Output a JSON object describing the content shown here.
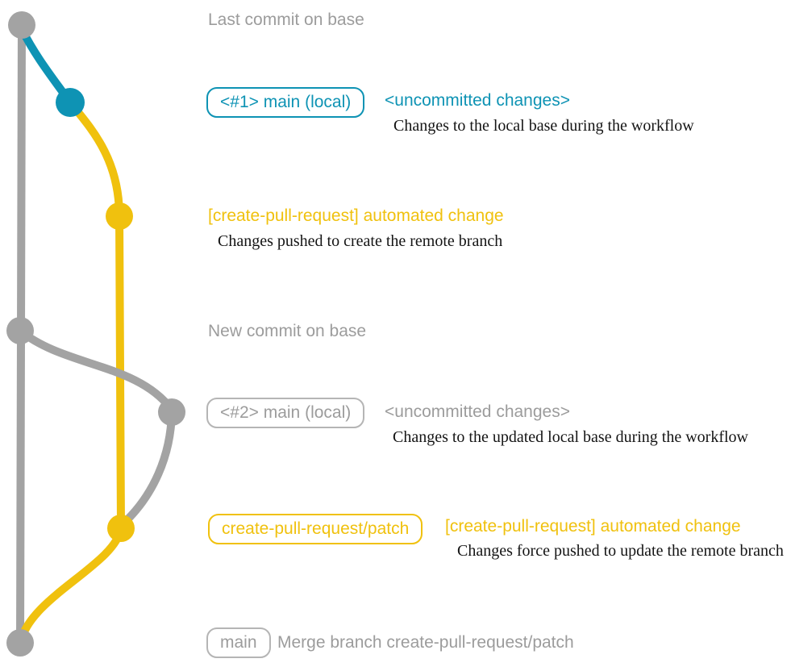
{
  "colors": {
    "background": "#ffffff",
    "gray": "#a3a3a3",
    "gray_text": "#9c9c9c",
    "gray_border": "#b5b5b5",
    "blue": "#0e93b4",
    "yellow": "#f0c10e",
    "desc_text": "#141414"
  },
  "diagram": {
    "rows": {
      "last_commit": {
        "label": "Last commit on base"
      },
      "main_local_1": {
        "branch_box": "<#1> main (local)",
        "title": "<uncommitted changes>",
        "desc": "Changes to the local base during the workflow"
      },
      "automated_change_1": {
        "title": "[create-pull-request] automated change",
        "desc": "Changes pushed to create the remote branch"
      },
      "new_commit": {
        "label": "New commit on base"
      },
      "main_local_2": {
        "branch_box": "<#2> main (local)",
        "title": "<uncommitted changes>",
        "desc": "Changes to the updated local base during the workflow"
      },
      "patch_branch": {
        "branch_box": "create-pull-request/patch",
        "title": "[create-pull-request] automated change",
        "desc": "Changes force pushed to update the remote branch"
      },
      "merge": {
        "branch_box": "main",
        "label": "Merge branch create-pull-request/patch"
      }
    },
    "nodes": [
      {
        "name": "base-tip-commit",
        "color": "gray"
      },
      {
        "name": "local-main-commit-1",
        "color": "blue"
      },
      {
        "name": "patch-commit-1",
        "color": "yellow"
      },
      {
        "name": "base-new-commit",
        "color": "gray"
      },
      {
        "name": "local-main-commit-2",
        "color": "gray"
      },
      {
        "name": "patch-commit-2",
        "color": "yellow"
      },
      {
        "name": "merge-commit",
        "color": "gray"
      }
    ]
  }
}
